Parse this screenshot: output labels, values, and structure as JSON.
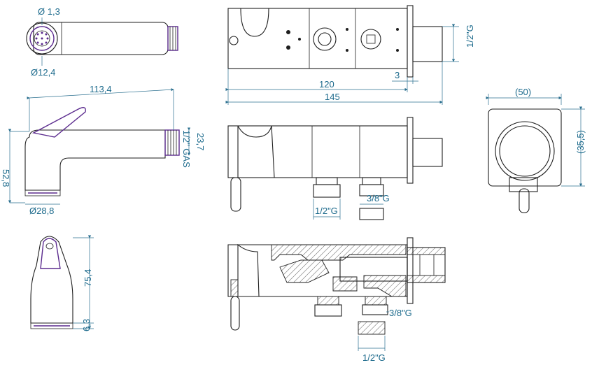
{
  "colors": {
    "outline": "#1e1e1e",
    "dimension": "#2a6f8f",
    "dimension_text": "#1c6a8c",
    "accent": "#5b2b8e"
  },
  "labels": {
    "nozzle_hole_dia": "Ø 1,3",
    "nozzle_face_dia": "Ø12,4",
    "spray_length": "113,4",
    "spray_height": "52,8",
    "spray_base_dia": "Ø28,8",
    "spray_thread_dia": "23,7",
    "spray_thread_type": "1/2\" GAS",
    "spray_front_height": "75,4",
    "spray_front_base": "6,3",
    "valve_outlet_thread": "1/2\"G",
    "valve_body_length": "120",
    "valve_total_length": "145",
    "valve_flange_thickness": "3",
    "rosette_width": "(50)",
    "rosette_height": "(35,5)",
    "side_inlet_large": "1/2\"G",
    "side_inlet_small": "3/8\"G",
    "section_inlet_small": "3/8\"G",
    "section_inlet_large": "1/2\"G"
  }
}
